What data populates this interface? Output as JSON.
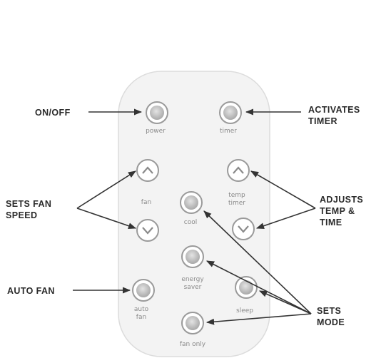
{
  "remote": {
    "buttons": [
      {
        "id": "power",
        "label": "power",
        "icon": "dot"
      },
      {
        "id": "timer",
        "label": "timer",
        "icon": "dot"
      },
      {
        "id": "fan-up",
        "label": "",
        "icon": "chevron-up"
      },
      {
        "id": "fan-down",
        "label": "",
        "icon": "chevron-down"
      },
      {
        "id": "fan",
        "label": "fan",
        "icon": "none"
      },
      {
        "id": "temp-up",
        "label": "",
        "icon": "chevron-up"
      },
      {
        "id": "temp-down",
        "label": "",
        "icon": "chevron-down"
      },
      {
        "id": "temp-timer",
        "label_line1": "temp",
        "label_line2": "timer",
        "icon": "none"
      },
      {
        "id": "cool",
        "label": "cool",
        "icon": "dot"
      },
      {
        "id": "energy-saver",
        "label_line1": "energy",
        "label_line2": "saver",
        "icon": "dot"
      },
      {
        "id": "auto-fan",
        "label_line1": "auto",
        "label_line2": "fan",
        "icon": "dot"
      },
      {
        "id": "sleep",
        "label": "sleep",
        "icon": "dot"
      },
      {
        "id": "fan-only",
        "label": "fan only",
        "icon": "dot"
      }
    ]
  },
  "callouts": {
    "on_off": "ON/OFF",
    "activates_timer_line1": "ACTIVATES",
    "activates_timer_line2": "TIMER",
    "sets_fan_speed_line1": "SETS FAN",
    "sets_fan_speed_line2": "SPEED",
    "adjusts_line1": "ADJUSTS",
    "adjusts_line2": "TEMP &",
    "adjusts_line3": "TIME",
    "auto_fan": "AUTO FAN",
    "sets_mode_line1": "SETS",
    "sets_mode_line2": "MODE"
  },
  "colors": {
    "remote_fill": "#f3f3f3",
    "remote_outline": "#d8d8d8",
    "button_ring": "#9a9a9a",
    "button_fill": "#cfcfcf",
    "arrow": "#333333"
  }
}
